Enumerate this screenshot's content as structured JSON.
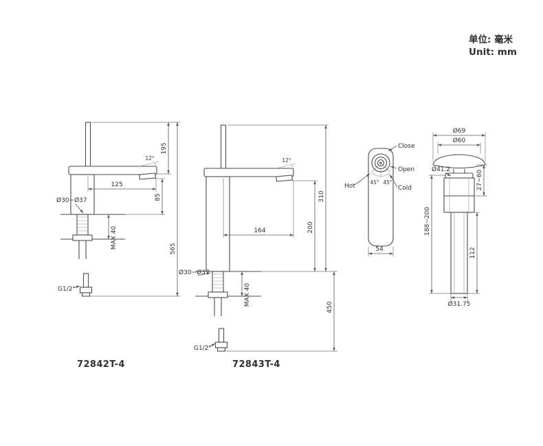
{
  "colors": {
    "background": "#ffffff",
    "line": "#4a4a4a",
    "text": "#2f2f2f"
  },
  "units": {
    "cn": "单位:  毫米",
    "en": "Unit: mm"
  },
  "faucets": {
    "short": {
      "model": "72842T-4",
      "handle_height": "195",
      "spout_angle": "12°",
      "spout_reach": "125",
      "spout_to_deck": "85",
      "hole_range": "Ø30~Ø37",
      "max_deck": "MAX 40",
      "total_height": "565",
      "thread": "G1/2\""
    },
    "tall": {
      "model": "72843T-4",
      "spout_angle": "12°",
      "height_above_deck": "310",
      "spout_reach": "164",
      "spout_to_deck": "200",
      "hole_range": "Ø30~Ø37",
      "max_deck": "MAX 40",
      "below_height": "450",
      "thread": "G1/2\""
    }
  },
  "handle_view": {
    "close_label": "Close",
    "open_label": "Open",
    "hot_label": "Hot",
    "cold_label": "Cold",
    "angle_left": "45°",
    "angle_right": "45°",
    "width": "54"
  },
  "drain": {
    "cap_outer_dia": "Ø69",
    "cap_top_dia": "Ø60",
    "flange_dia": "Ø41.2",
    "adjust_range": "27~60",
    "body_range": "188~200",
    "tail_length": "112",
    "tail_dia": "Ø31.75"
  }
}
